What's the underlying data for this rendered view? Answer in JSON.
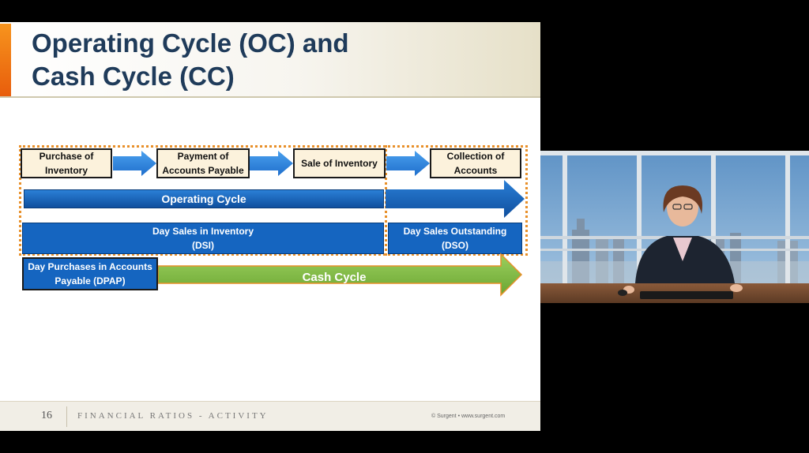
{
  "slide": {
    "title_line1": "Operating Cycle (OC) and",
    "title_line2": "Cash Cycle (CC)",
    "events": [
      {
        "label_line1": "Purchase of",
        "label_line2": "Inventory"
      },
      {
        "label_line1": "Payment of",
        "label_line2": "Accounts Payable"
      },
      {
        "label_line1": "Sale of Inventory",
        "label_line2": ""
      },
      {
        "label_line1": "Collection of",
        "label_line2": "Accounts"
      }
    ],
    "operating_cycle_label": "Operating Cycle",
    "dsi": {
      "line1": "Day Sales in Inventory",
      "line2": "(DSI)"
    },
    "dso": {
      "line1": "Day Sales Outstanding",
      "line2": "(DSO)"
    },
    "dpap": {
      "line1": "Day Purchases in Accounts",
      "line2": "Payable (DPAP)"
    },
    "cash_cycle_label": "Cash Cycle",
    "colors": {
      "title": "#1f3b5a",
      "accent": "#e85d0c",
      "blue": "#1565c0",
      "green": "#7cb542",
      "frame": "#e8902a"
    }
  },
  "footer": {
    "page_number": "16",
    "section": "FINANCIAL RATIOS - ACTIVITY",
    "copyright": "© Surgent • www.surgent.com"
  }
}
